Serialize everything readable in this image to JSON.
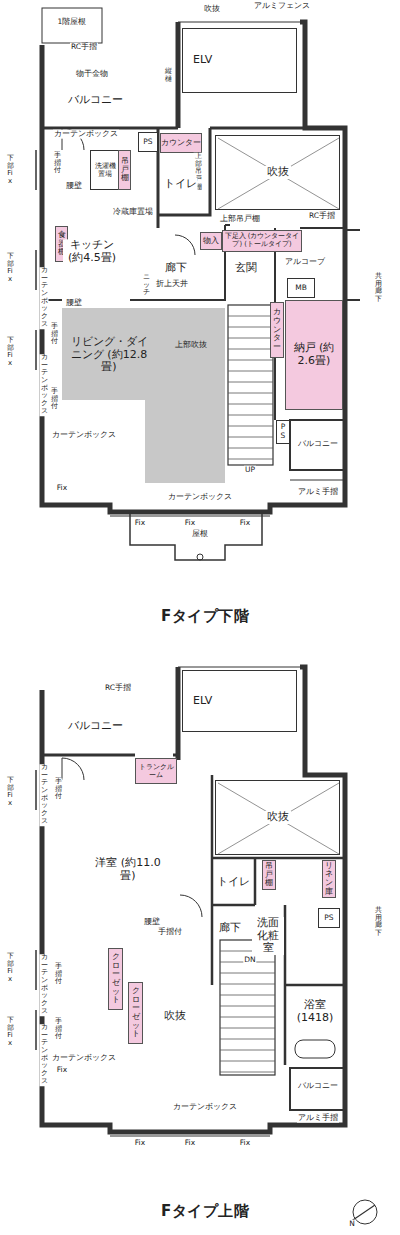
{
  "diagram": {
    "nodes": [
      {
        "text": [
          "ELV"
        ]
      },
      {
        "text": [
          "吹抜"
        ]
      },
      {
        "text": [
          "PS"
        ]
      },
      {
        "text": [
          "カウンター"
        ]
      },
      {
        "text": [
          "洗濯機置場"
        ]
      },
      {
        "text": [
          "吊戸棚"
        ]
      },
      {
        "text": [
          "物入"
        ]
      },
      {
        "text": [
          "下足入 (カウンタータイプ) (トールタイプ)"
        ]
      },
      {
        "text": [
          "食器棚"
        ]
      },
      {
        "text": [
          "MB"
        ]
      },
      {
        "text": [
          "カウンター"
        ]
      },
      {
        "text": [
          "納戸 (約2.6畳)"
        ]
      },
      {
        "text": [
          "リビング・ダイニング (約12.8畳)",
          "上部吹抜"
        ]
      },
      {
        "text": [
          "PS"
        ]
      },
      {
        "text": [
          "ELV"
        ]
      },
      {
        "text": [
          "トランクルーム"
        ]
      },
      {
        "text": [
          "吹抜"
        ]
      },
      {
        "text": [
          "吊戸棚"
        ]
      },
      {
        "text": [
          "リネン庫"
        ]
      },
      {
        "text": [
          "PS"
        ]
      },
      {
        "text": [
          "クローゼット"
        ]
      },
      {
        "text": [
          "クローゼット"
        ]
      }
    ],
    "edges": [],
    "labels": [
      "1階屋根",
      "吹抜",
      "アルミフェンス",
      "RC手摺",
      "物干金物",
      "バルコニー",
      "縦樋",
      "カーテンボックス",
      "下部Fix",
      "手摺付",
      "上部吊戸棚",
      "トイレ",
      "腰壁",
      "冷蔵庫置場",
      "上部吊戸棚",
      "RC手摺",
      "キッチン (約4.5畳)",
      "廊下",
      "玄関",
      "アルコーブ",
      "共用廊下",
      "折上天井",
      "ニッチ",
      "腰壁",
      "下部Fix",
      "下部Fix",
      "カーテンボックス",
      "カーテンボックス",
      "手摺付",
      "手摺付",
      "UP",
      "バルコニー",
      "カーテンボックス",
      "カーテンボックス",
      "Fix",
      "Fix",
      "Fix",
      "Fix",
      "アルミ手摺",
      "屋根",
      "Fタイプ下階",
      "RC手摺",
      "バルコニー",
      "カーテンボックス",
      "手摺付",
      "下部Fix",
      "洋室 (約11.0畳)",
      "トイレ",
      "洗面化粧室",
      "共用廊下",
      "腰壁",
      "手摺付",
      "廊下",
      "DN",
      "下部Fix",
      "下部Fix",
      "カーテンボックス",
      "カーテンボックス",
      "手摺付",
      "手摺付",
      "吹抜",
      "浴室 (1418)",
      "バルコニー",
      "アルミ手摺",
      "カーテンボックス",
      "カーテンボックス",
      "Fix",
      "Fix",
      "Fix",
      "Fix",
      "Fタイプ上階",
      "N"
    ]
  }
}
